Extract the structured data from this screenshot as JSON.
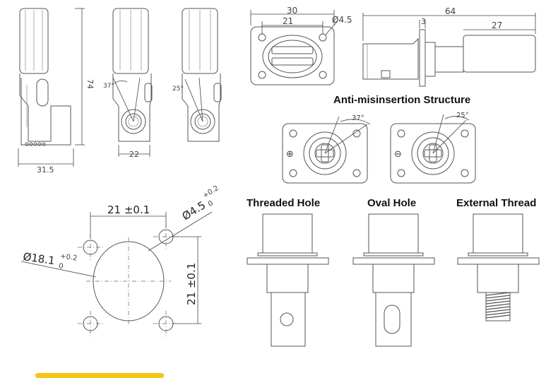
{
  "labels": {
    "anti_misinsertion": "Anti-misinsertion Structure",
    "threaded_hole": "Threaded Hole",
    "oval_hole": "Oval Hole",
    "external_thread": "External Thread"
  },
  "side_views": {
    "height": "74",
    "width_left": "31.5",
    "width_mid": "22",
    "angle_a": "37°",
    "angle_b": "25°"
  },
  "flange_view": {
    "outer": "30",
    "hole_spacing": "21",
    "hole_dia": "Ø4.5"
  },
  "profile_view": {
    "length": "64",
    "flange": "3",
    "rear": "27"
  },
  "anti_views": {
    "angle_a": "37°",
    "angle_b": "25°",
    "mark_a": "⊕",
    "mark_b": "⊖"
  },
  "cutout": {
    "h_spacing": "21 ±0.1",
    "v_spacing": "21 ±0.1",
    "hole_base": "Ø4.5",
    "hole_tol_up": "+0.2",
    "hole_tol_low": "0",
    "center_base": "Ø18.1",
    "center_tol_up": "+0.2",
    "center_tol_low": "0"
  },
  "colors": {
    "line": "#555555",
    "accent_bar": "#f5c518"
  }
}
